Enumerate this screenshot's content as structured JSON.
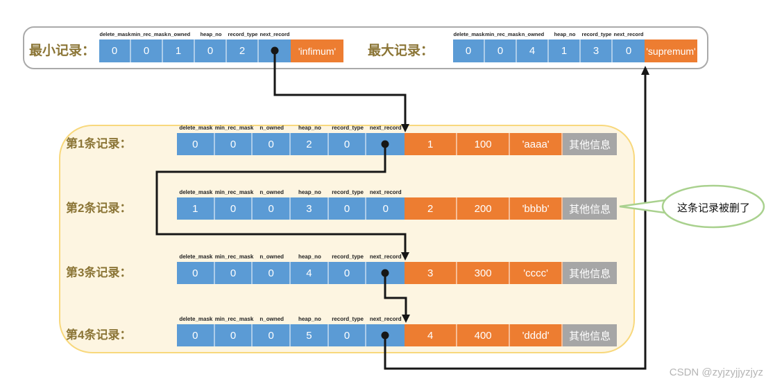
{
  "field_headers": [
    "delete_mask",
    "min_rec_mask",
    "n_owned",
    "heap_no",
    "record_type",
    "next_record"
  ],
  "system_records": [
    {
      "label": "最小记录：",
      "fields": [
        "0",
        "0",
        "1",
        "0",
        "2",
        null
      ],
      "record_name": "'infimum'"
    },
    {
      "label": "最大记录：",
      "fields": [
        "0",
        "0",
        "4",
        "1",
        "3",
        "0"
      ],
      "record_name": "'supremum'"
    }
  ],
  "user_records": [
    {
      "label": "第1条记录：",
      "fields": [
        "0",
        "0",
        "0",
        "2",
        "0",
        null
      ],
      "columns": [
        "1",
        "100",
        "'aaaa'"
      ],
      "other_info": "其他信息"
    },
    {
      "label": "第2条记录：",
      "fields": [
        "1",
        "0",
        "0",
        "3",
        "0",
        "0"
      ],
      "columns": [
        "2",
        "200",
        "'bbbb'"
      ],
      "other_info": "其他信息"
    },
    {
      "label": "第3条记录：",
      "fields": [
        "0",
        "0",
        "0",
        "4",
        "0",
        null
      ],
      "columns": [
        "3",
        "300",
        "'cccc'"
      ],
      "other_info": "其他信息"
    },
    {
      "label": "第4条记录：",
      "fields": [
        "0",
        "0",
        "0",
        "5",
        "0",
        null
      ],
      "columns": [
        "4",
        "400",
        "'dddd'"
      ],
      "other_info": "其他信息"
    }
  ],
  "callout": {
    "text": "这条记录被删了"
  },
  "watermark": "CSDN @zyjzyjjyzjyz",
  "colors": {
    "blue": "#5B9BD5",
    "orange": "#ED7D31",
    "gray": "#A6A6A6",
    "label_gold": "#8B7536",
    "panel_bg": "#FDF5E1",
    "panel_border": "#F8D87C",
    "box_border": "#A9A9A9",
    "bubble_border": "#A9D18E",
    "arrow": "#161616"
  }
}
